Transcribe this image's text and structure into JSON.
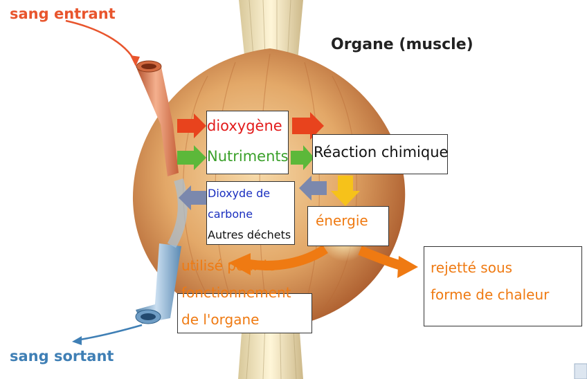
{
  "title": "Organe (muscle)",
  "blood_in": "sang entrant",
  "blood_out": "sang sortant",
  "inputs": {
    "oxygen": "dioxygène",
    "nutrients": "Nutriments"
  },
  "reaction": "Réaction chimique",
  "outputs": {
    "co2_line1": "Dioxyde de",
    "co2_line2": "carbone",
    "waste": "Autres déchets"
  },
  "energy": "énergie",
  "use": {
    "line1": "utilisé pour le",
    "line2": "fonctionnement",
    "line3": "de l'organe"
  },
  "heat": {
    "line1": "rejetté sous",
    "line2": "forme de chaleur"
  },
  "colors": {
    "blood_in": "#e8552d",
    "blood_out": "#3f7fb5",
    "oxygen": "#e21b1b",
    "nutrients": "#3aa02a",
    "co2": "#1a2fbf",
    "orange": "#ef7a12",
    "title": "#222222"
  }
}
